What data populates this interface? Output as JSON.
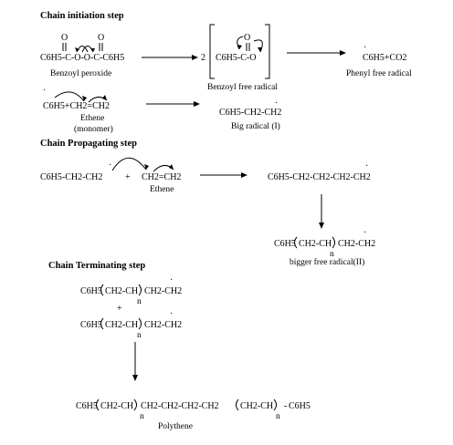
{
  "headings": {
    "initiation": "Chain initiation step",
    "propagating": "Chain Propagating step",
    "terminating": "Chain Terminating step"
  },
  "initiation": {
    "peroxide_formula": "C6H5-C-O-O-C-C6H5",
    "peroxide_name": "Benzoyl peroxide",
    "coefficient": "2",
    "radical_formula": "C6H5-C-O",
    "radical_name": "Benzoyl free radical",
    "phenyl_products": "C6H5+CO2",
    "phenyl_name": "Phenyl free radical",
    "ethene_reactants": "C6H5+CH2=CH2",
    "ethene_name": "Ethene",
    "monomer_note": "(monomer)",
    "big_radical_formula": "C6H5-CH2-CH2",
    "big_radical_name": "Big radical (I)"
  },
  "propagating": {
    "reactant_radical": "C6H5-CH2-CH2",
    "plus": "+",
    "ethene_formula": "CH2=CH2",
    "ethene_name": "Ethene",
    "product_formula": "C6H5-CH2-CH2-CH2-CH2",
    "bigger_formula_prefix": "C6H5",
    "bigger_formula_repeat": "CH2-CH",
    "bigger_formula_n": "n",
    "bigger_formula_tail": "CH2-CH2",
    "bigger_name": "bigger free radical(II)"
  },
  "terminating": {
    "radical_1_prefix": "C6H5",
    "radical_1_repeat": "CH2-CH",
    "radical_1_n": "n",
    "radical_1_tail": "CH2-CH2",
    "plus": "+",
    "radical_2_prefix": "C6H5",
    "radical_2_repeat": "CH2-CH",
    "radical_2_n": "n",
    "radical_2_tail": "CH2-CH2",
    "polymer_prefix": "C6H5",
    "polymer_repeat_1": "CH2-CH",
    "polymer_n_1": "n",
    "polymer_middle": "CH2-CH2-CH2-CH2",
    "polymer_repeat_2": "CH2-CH",
    "polymer_n_2": "n",
    "polymer_suffix": "C6H5",
    "polymer_name": "Polythene"
  }
}
